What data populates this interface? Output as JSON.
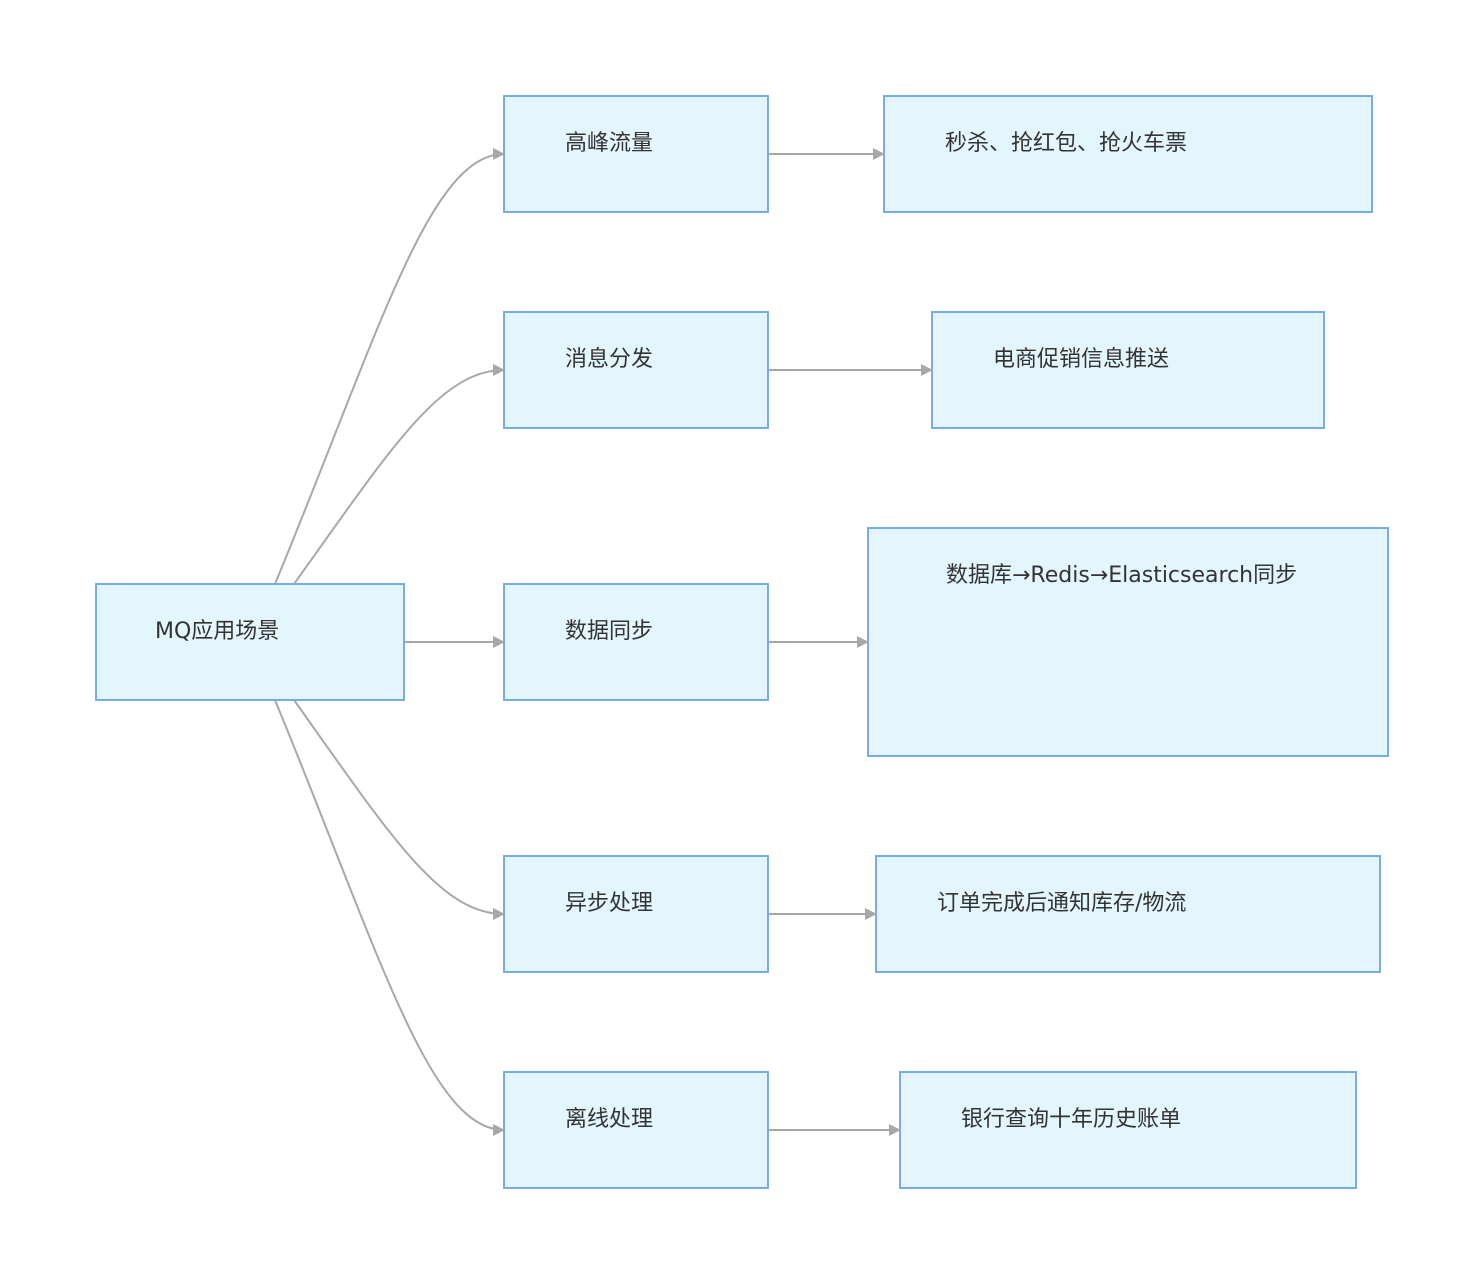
{
  "colors": {
    "node_fill": "#e3f5fd",
    "node_stroke": "#7aaaee",
    "edge_stroke": "#a8a8a8",
    "arrow_fill": "#a8a8a8",
    "text": "#333333"
  },
  "nodes": [
    {
      "id": "root",
      "label": "MQ应用场景"
    },
    {
      "id": "peak",
      "label": "高峰流量"
    },
    {
      "id": "dispatch",
      "label": "消息分发"
    },
    {
      "id": "sync",
      "label": "数据同步"
    },
    {
      "id": "async",
      "label": "异步处理"
    },
    {
      "id": "offline",
      "label": "离线处理"
    },
    {
      "id": "peak-ex",
      "label": "秒杀、抢红包、抢火车票"
    },
    {
      "id": "dispatch-ex",
      "label": "电商促销信息推送"
    },
    {
      "id": "sync-ex",
      "label": "数据库→Redis→Elasticsearch同步"
    },
    {
      "id": "async-ex",
      "label": "订单完成后通知库存/物流"
    },
    {
      "id": "offline-ex",
      "label": "银行查询十年历史账单"
    }
  ],
  "edges": [
    {
      "from": "root",
      "to": "peak"
    },
    {
      "from": "root",
      "to": "dispatch"
    },
    {
      "from": "root",
      "to": "sync"
    },
    {
      "from": "root",
      "to": "async"
    },
    {
      "from": "root",
      "to": "offline"
    },
    {
      "from": "peak",
      "to": "peak-ex"
    },
    {
      "from": "dispatch",
      "to": "dispatch-ex"
    },
    {
      "from": "sync",
      "to": "sync-ex"
    },
    {
      "from": "async",
      "to": "async-ex"
    },
    {
      "from": "offline",
      "to": "offline-ex"
    }
  ]
}
